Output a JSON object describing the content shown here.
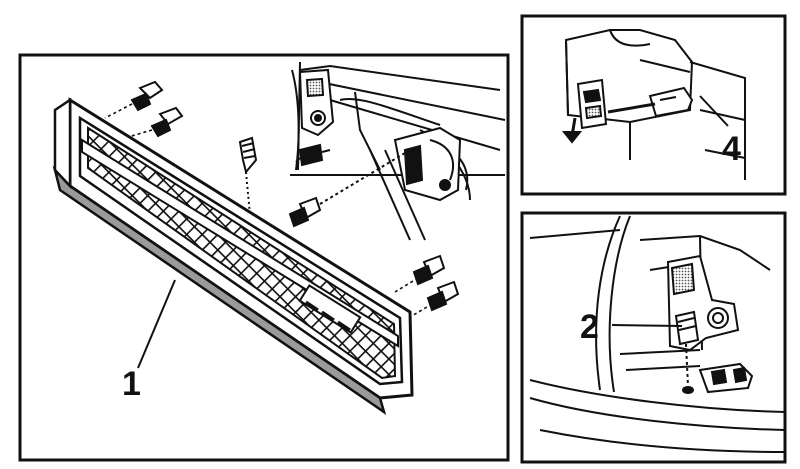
{
  "callouts": {
    "grille": "1",
    "fastener": "2",
    "clip": "4"
  },
  "colors": {
    "ink": "#111111",
    "paper": "#ffffff",
    "tone": "#9a9a9a"
  }
}
